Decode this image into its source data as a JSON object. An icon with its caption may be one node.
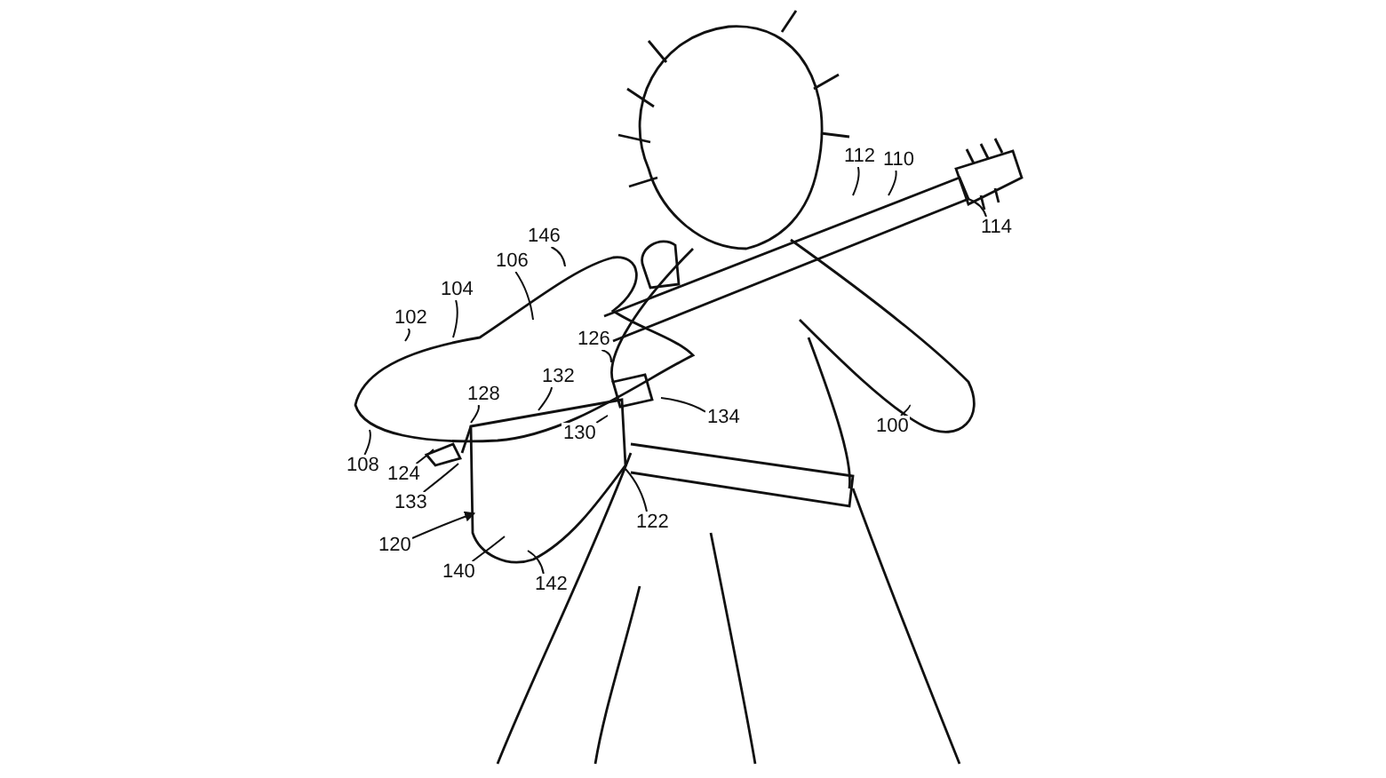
{
  "diagram": {
    "nodes": [
      {
        "text": [
          "146"
        ]
      },
      {
        "text": [
          "106"
        ]
      },
      {
        "text": [
          "104"
        ]
      },
      {
        "text": [
          "102"
        ]
      },
      {
        "text": [
          "112"
        ]
      },
      {
        "text": [
          "110"
        ]
      },
      {
        "text": [
          "114"
        ]
      },
      {
        "text": [
          "126"
        ]
      },
      {
        "text": [
          "128"
        ]
      },
      {
        "text": [
          "132"
        ]
      },
      {
        "text": [
          "134"
        ]
      },
      {
        "text": [
          "130"
        ]
      },
      {
        "text": [
          "108"
        ]
      },
      {
        "text": [
          "124"
        ]
      },
      {
        "text": [
          "133"
        ]
      },
      {
        "text": [
          "120"
        ]
      },
      {
        "text": [
          "140"
        ]
      },
      {
        "text": [
          "142"
        ]
      },
      {
        "text": [
          "122"
        ]
      },
      {
        "text": [
          "100"
        ]
      }
    ],
    "edges": [
      {
        "from": 0,
        "to": null,
        "arrow": "none"
      },
      {
        "from": 1,
        "to": null,
        "arrow": "none"
      },
      {
        "from": 2,
        "to": null,
        "arrow": "none"
      },
      {
        "from": 3,
        "to": null,
        "arrow": "none"
      },
      {
        "from": 4,
        "to": null,
        "arrow": "none"
      },
      {
        "from": 5,
        "to": null,
        "arrow": "none"
      },
      {
        "from": 6,
        "to": null,
        "arrow": "none"
      },
      {
        "from": 7,
        "to": null,
        "arrow": "none"
      },
      {
        "from": 8,
        "to": null,
        "arrow": "none"
      },
      {
        "from": 9,
        "to": null,
        "arrow": "none"
      },
      {
        "from": 10,
        "to": null,
        "arrow": "none"
      },
      {
        "from": 11,
        "to": null,
        "arrow": "none"
      },
      {
        "from": 12,
        "to": null,
        "arrow": "none"
      },
      {
        "from": 13,
        "to": null,
        "arrow": "none"
      },
      {
        "from": 14,
        "to": null,
        "arrow": "none"
      },
      {
        "from": 15,
        "to": null,
        "arrow": "to"
      },
      {
        "from": 16,
        "to": null,
        "arrow": "none"
      },
      {
        "from": 17,
        "to": null,
        "arrow": "none"
      },
      {
        "from": 18,
        "to": null,
        "arrow": "none"
      },
      {
        "from": 19,
        "to": null,
        "arrow": "none"
      }
    ]
  }
}
